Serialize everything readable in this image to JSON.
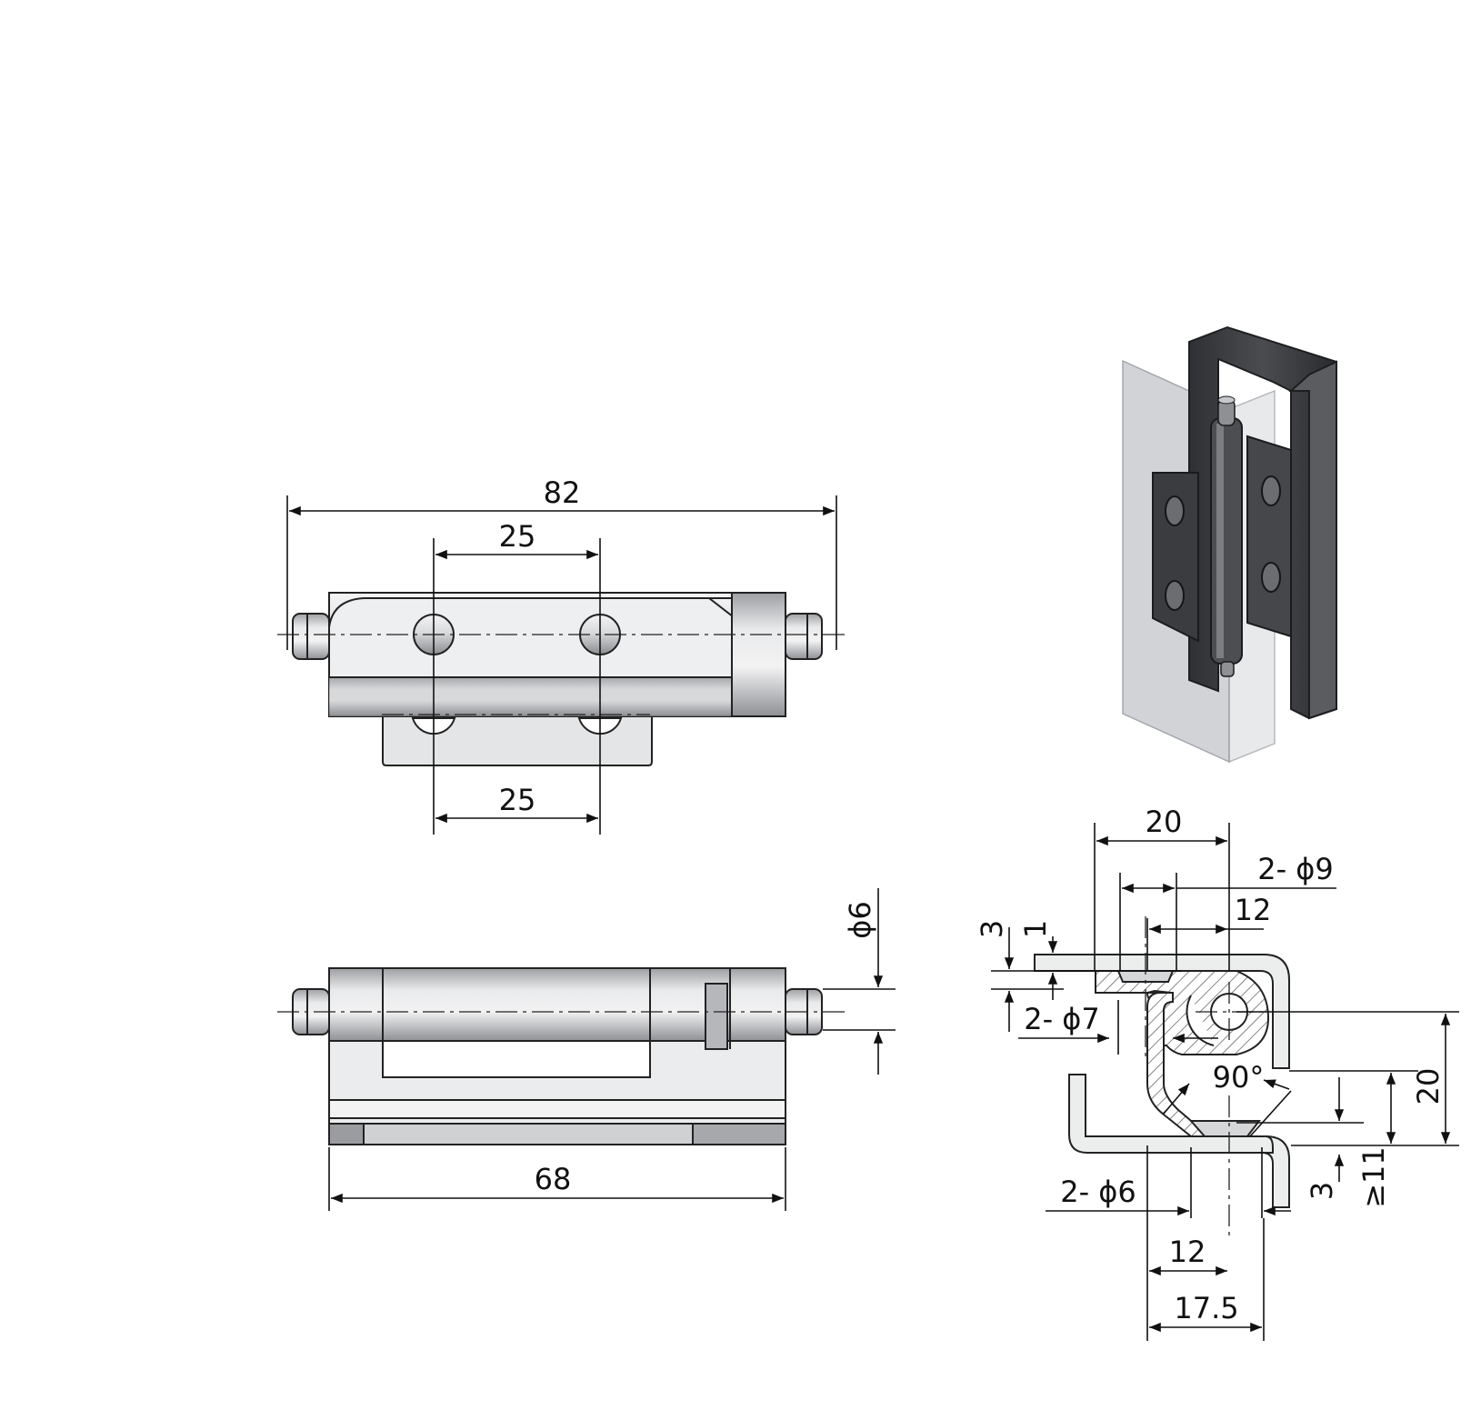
{
  "colors": {
    "paper": "#ffffff",
    "line": "#111111",
    "metal_light": "#e2e3e5",
    "metal_mid": "#b9bbbe",
    "metal_dark": "#6e7074",
    "profile_dark": "#3b3d40",
    "glass": "#c9cbcf"
  },
  "top_view": {
    "dim_overall": "82",
    "dim_hole_spacing_top": "25",
    "dim_hole_spacing_bottom": "25"
  },
  "front_view": {
    "dim_pin_diameter": "ϕ6",
    "dim_body_length": "68"
  },
  "section_view": {
    "dim_top_width": "20",
    "dim_hole_top": "2- ϕ9",
    "dim_hole_offset_top": "12",
    "dim_thickness_top": "3",
    "dim_step": "1",
    "dim_hole_mid": "2- ϕ7",
    "dim_angle": "90°",
    "dim_right_height": "20",
    "dim_min_gap": "≥11",
    "dim_thickness_bottom": "3",
    "dim_hole_bottom": "2- ϕ6",
    "dim_hole_offset_bottom": "12",
    "dim_bottom_width": "17.5"
  },
  "icons": {
    "isometric": "hinge-3d-render-icon"
  }
}
